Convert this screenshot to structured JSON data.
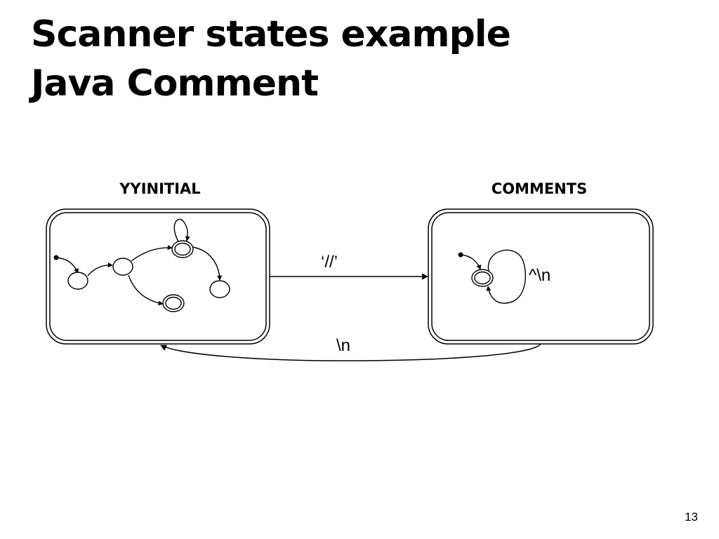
{
  "slide": {
    "title_line1": "Scanner states example",
    "title_line2": "Java Comment",
    "page_number": "13"
  },
  "diagram": {
    "states": [
      {
        "id": "yyinitial",
        "label": "YYINITIAL"
      },
      {
        "id": "comments",
        "label": "COMMENTS"
      }
    ],
    "transitions": [
      {
        "from": "yyinitial",
        "to": "comments",
        "label": "‘//’"
      },
      {
        "from": "comments",
        "to": "yyinitial",
        "label": "\\n"
      },
      {
        "from": "comments",
        "to": "comments",
        "label": "^\\n"
      }
    ]
  }
}
